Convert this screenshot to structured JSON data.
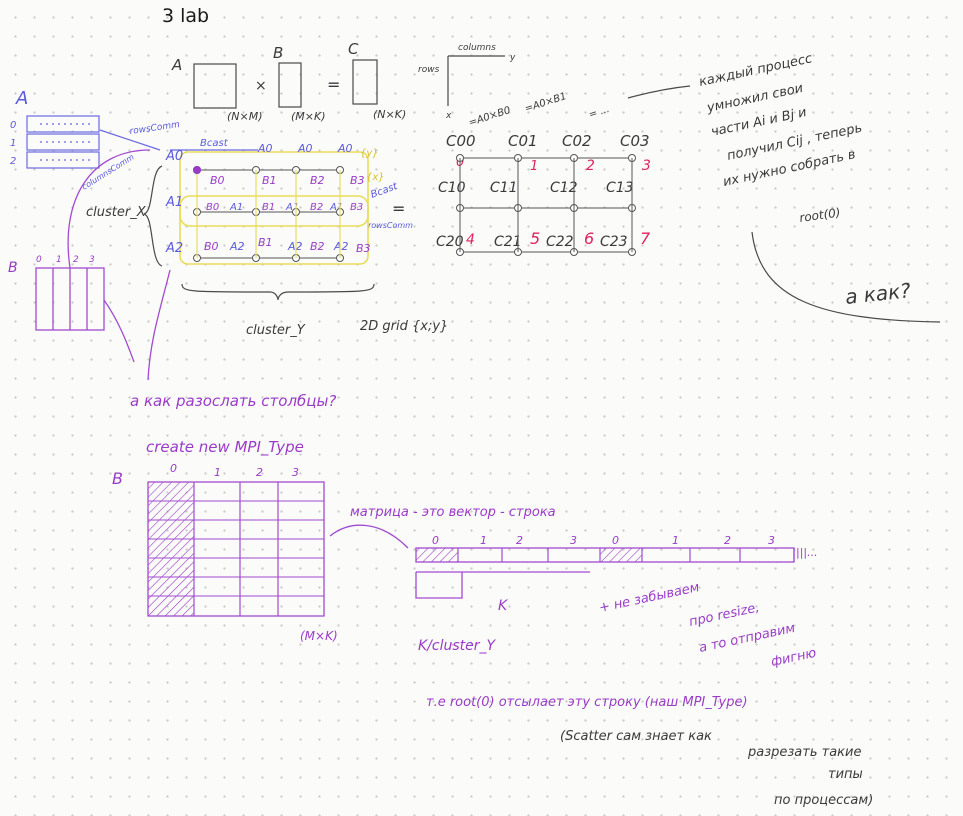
{
  "title": "3 lab",
  "matrix_labels": {
    "a": "A",
    "b": "B",
    "c": "C",
    "times": "×",
    "equals": "=",
    "a_dim": "(N×M)",
    "b_dim": "(M×K)",
    "c_dim": "(N×K)"
  },
  "axes": {
    "columns": "columns",
    "rows": "rows",
    "y": "y",
    "x": "x"
  },
  "left_a": {
    "label": "A",
    "rows": [
      "0",
      "1",
      "2"
    ]
  },
  "left_b": {
    "label": "B",
    "cols": [
      "0",
      "1",
      "2",
      "3"
    ]
  },
  "comm": {
    "rows_comm": "rowsComm",
    "columns_comm": "columnsComm",
    "rows_comm2": "rowsComm",
    "bcast": "Bcast",
    "bcast2": "Bcast"
  },
  "grid_labels": {
    "cluster_x": "cluster_X",
    "cluster_y": "cluster_Y",
    "grid2d": "2D grid {x;y}",
    "y_brace": "{y}",
    "x_brace": "{x}",
    "a_rows": [
      "A0",
      "A1",
      "A2"
    ],
    "top_a": [
      "A0",
      "A0",
      "A0"
    ],
    "b_row0": [
      "B0",
      "B1",
      "B2",
      "B3"
    ],
    "a_row1": [
      "A1",
      "A1",
      "A1"
    ],
    "b_row1": [
      "B0",
      "B1",
      "B2",
      "B3"
    ],
    "a_row2": [
      "A2",
      "A2",
      "A2"
    ],
    "b_row2": [
      "B0",
      "B1",
      "B2",
      "B3"
    ]
  },
  "c_grid": {
    "top_labels": [
      "C00",
      "C01",
      "C02",
      "C03"
    ],
    "formula1": "=A0×B0",
    "formula2": "=A0×B1",
    "dots": "= ...",
    "row1": [
      "C10",
      "C11",
      "C12",
      "C13"
    ],
    "row2": [
      "C20",
      "C21",
      "C22",
      "C23"
    ],
    "ranks": [
      "1",
      "2",
      "3",
      "4",
      "5",
      "6",
      "7"
    ],
    "zero": "0"
  },
  "note_right": [
    "каждый процесс",
    "умножил свои",
    "части Ai и Bj и",
    "получил Cij , теперь",
    "их нужно    собрать в",
    "root(0)"
  ],
  "a_kak": "а как?",
  "questions": {
    "q1": "а как разослать столбцы?",
    "q2": "create new MPI_Type"
  },
  "b_big": {
    "label": "B",
    "cols": [
      "0",
      "1",
      "2",
      "3"
    ],
    "dim": "(M×K)"
  },
  "vector": {
    "note": "матрица - это вектор - строка",
    "labels": [
      "0",
      "1",
      "2",
      "3",
      "0",
      "1",
      "2",
      "3"
    ],
    "tail": "|||...",
    "k": "K",
    "k_cluster": "K/cluster_Y"
  },
  "resize_note": [
    "+ не забываем",
    "про resize,",
    "а то отправим",
    "фигню"
  ],
  "scatter_note": {
    "line1": "т.е root(0) отсылает эту строку (наш MPI_Type)",
    "line2": "(Scatter сам знает как",
    "line3": "разрезать такие",
    "line4": "типы",
    "line5": "по процессам)"
  },
  "colors": {
    "blue": "#5a5adf",
    "purple": "#9a3bc8",
    "yellow": "#e9dc5a",
    "pink": "#e0245e",
    "ink": "#3a3a3a"
  }
}
